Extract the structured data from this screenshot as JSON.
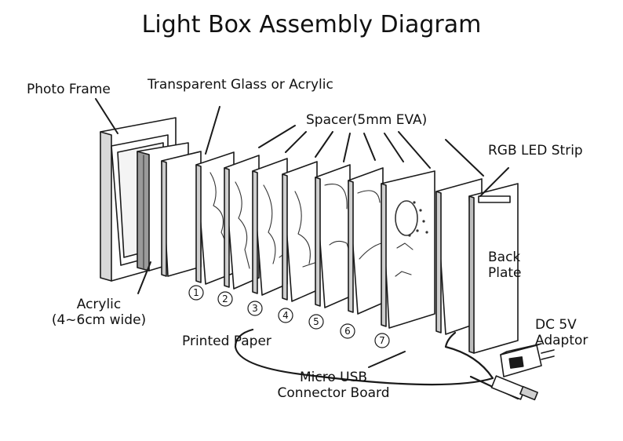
{
  "title": "Light Box Assembly Diagram",
  "labels": {
    "photo_frame": "Photo Frame",
    "glass": "Transparent Glass or Acrylic",
    "spacer": "Spacer(5mm EVA)",
    "rgb_led": "RGB LED Strip",
    "back_plate_line1": "Back",
    "back_plate_line2": "Plate",
    "acrylic_line1": "Acrylic",
    "acrylic_line2": "(4~6cm wide)",
    "printed_paper": "Printed Paper",
    "usb_line1": "Micro USB",
    "usb_line2": "Connector Board",
    "dc_line1": "DC 5V",
    "dc_line2": "Adaptor"
  },
  "layer_numbers": [
    "1",
    "2",
    "3",
    "4",
    "5",
    "6",
    "7"
  ],
  "colors": {
    "line": "#1a1a1a",
    "panel": "#ffffff",
    "panel_shade": "#d8d8d8",
    "frame_inner": "#888888"
  }
}
